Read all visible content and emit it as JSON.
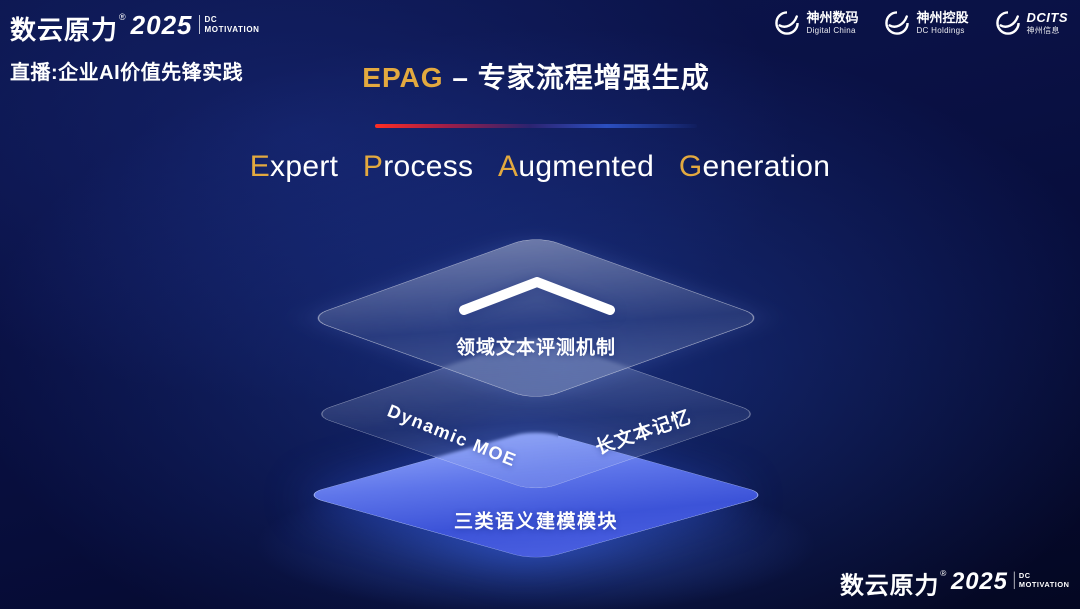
{
  "colors": {
    "accent_gold": "#e3a93f",
    "layer_blue": "#4c61e0",
    "background_navy": "#0a1145"
  },
  "brand": {
    "name": "数云原力",
    "reg": "®",
    "year": "2025",
    "sub_top": "DC",
    "sub_bottom": "MOTIVATION"
  },
  "header": {
    "live_label": "直播:企业AI价值先锋实践",
    "slide_title": {
      "accent": "EPAG",
      "separator": " – ",
      "rest": "专家流程增强生成"
    },
    "logos": [
      {
        "cn": "神州数码",
        "en": "Digital China"
      },
      {
        "cn": "神州控股",
        "en": "DC Holdings"
      },
      {
        "cn": "DCITS",
        "en": "神州信息"
      }
    ]
  },
  "main_title": {
    "words": [
      {
        "first": "E",
        "rest": "xpert"
      },
      {
        "first": "P",
        "rest": "rocess"
      },
      {
        "first": "A",
        "rest": "ugmented"
      },
      {
        "first": "G",
        "rest": "eneration"
      }
    ]
  },
  "diagram": {
    "layer_top": {
      "label": "领域文本评测机制"
    },
    "layer_middle": {
      "label_left": "Dynamic MOE",
      "label_right": "长文本记忆"
    },
    "layer_bottom": {
      "label": "三类语义建模模块"
    }
  }
}
